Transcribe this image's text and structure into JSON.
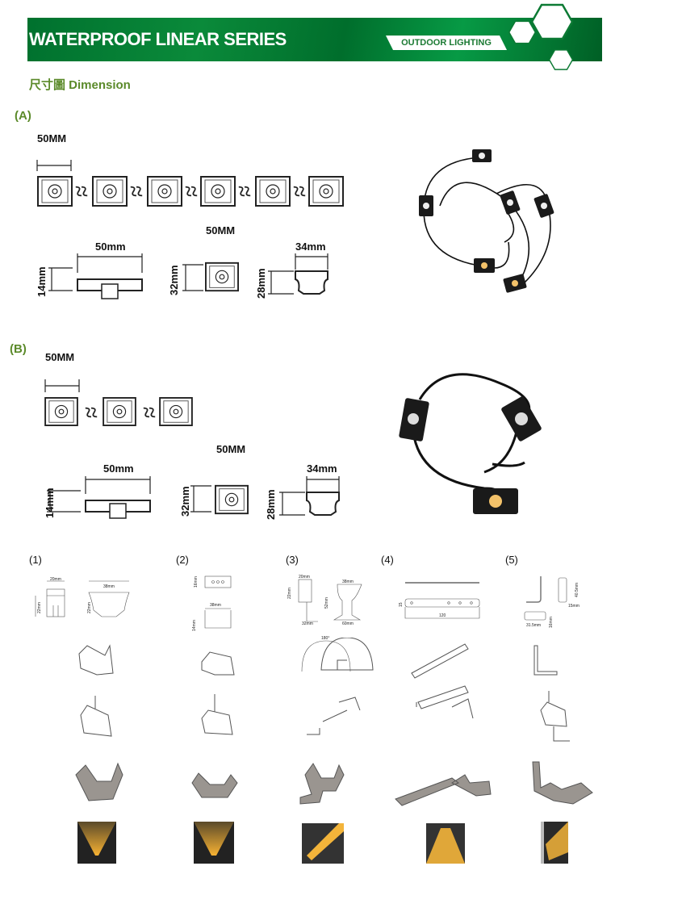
{
  "header": {
    "title": "WATERPROOF LINEAR SERIES",
    "tag": "OUTDOOR LIGHTING"
  },
  "section_title": "尺寸圖 Dimension",
  "section_a": {
    "label": "(A)",
    "pitch": "50MM",
    "width": "50mm",
    "height_side": "14mm",
    "height_front": "32mm",
    "front_top": "50MM",
    "end_width": "34mm",
    "end_height": "28mm"
  },
  "section_b": {
    "label": "(B)",
    "pitch": "50MM",
    "width": "50mm",
    "height_side": "14mm",
    "height_front": "32mm",
    "front_top": "50MM",
    "end_width": "34mm",
    "end_height": "28mm"
  },
  "accessories": [
    {
      "label": "(1)",
      "dims": [
        "20mm",
        "22mm",
        "38mm",
        "22mm"
      ]
    },
    {
      "label": "(2)",
      "dims": [
        "16mm",
        "38mm",
        "14mm"
      ]
    },
    {
      "label": "(3)",
      "dims": [
        "20mm",
        "22mm",
        "38mm",
        "52mm",
        "32mm",
        "60mm",
        "180°"
      ]
    },
    {
      "label": "(4)",
      "dims": [
        "15",
        "120"
      ]
    },
    {
      "label": "(5)",
      "dims": [
        "40.5mm",
        "15mm",
        "31.5mm",
        "16mm"
      ]
    }
  ],
  "colors": {
    "brand_green": "#00712e",
    "title_green": "#5b8a2a",
    "light": "#f3b43a"
  }
}
